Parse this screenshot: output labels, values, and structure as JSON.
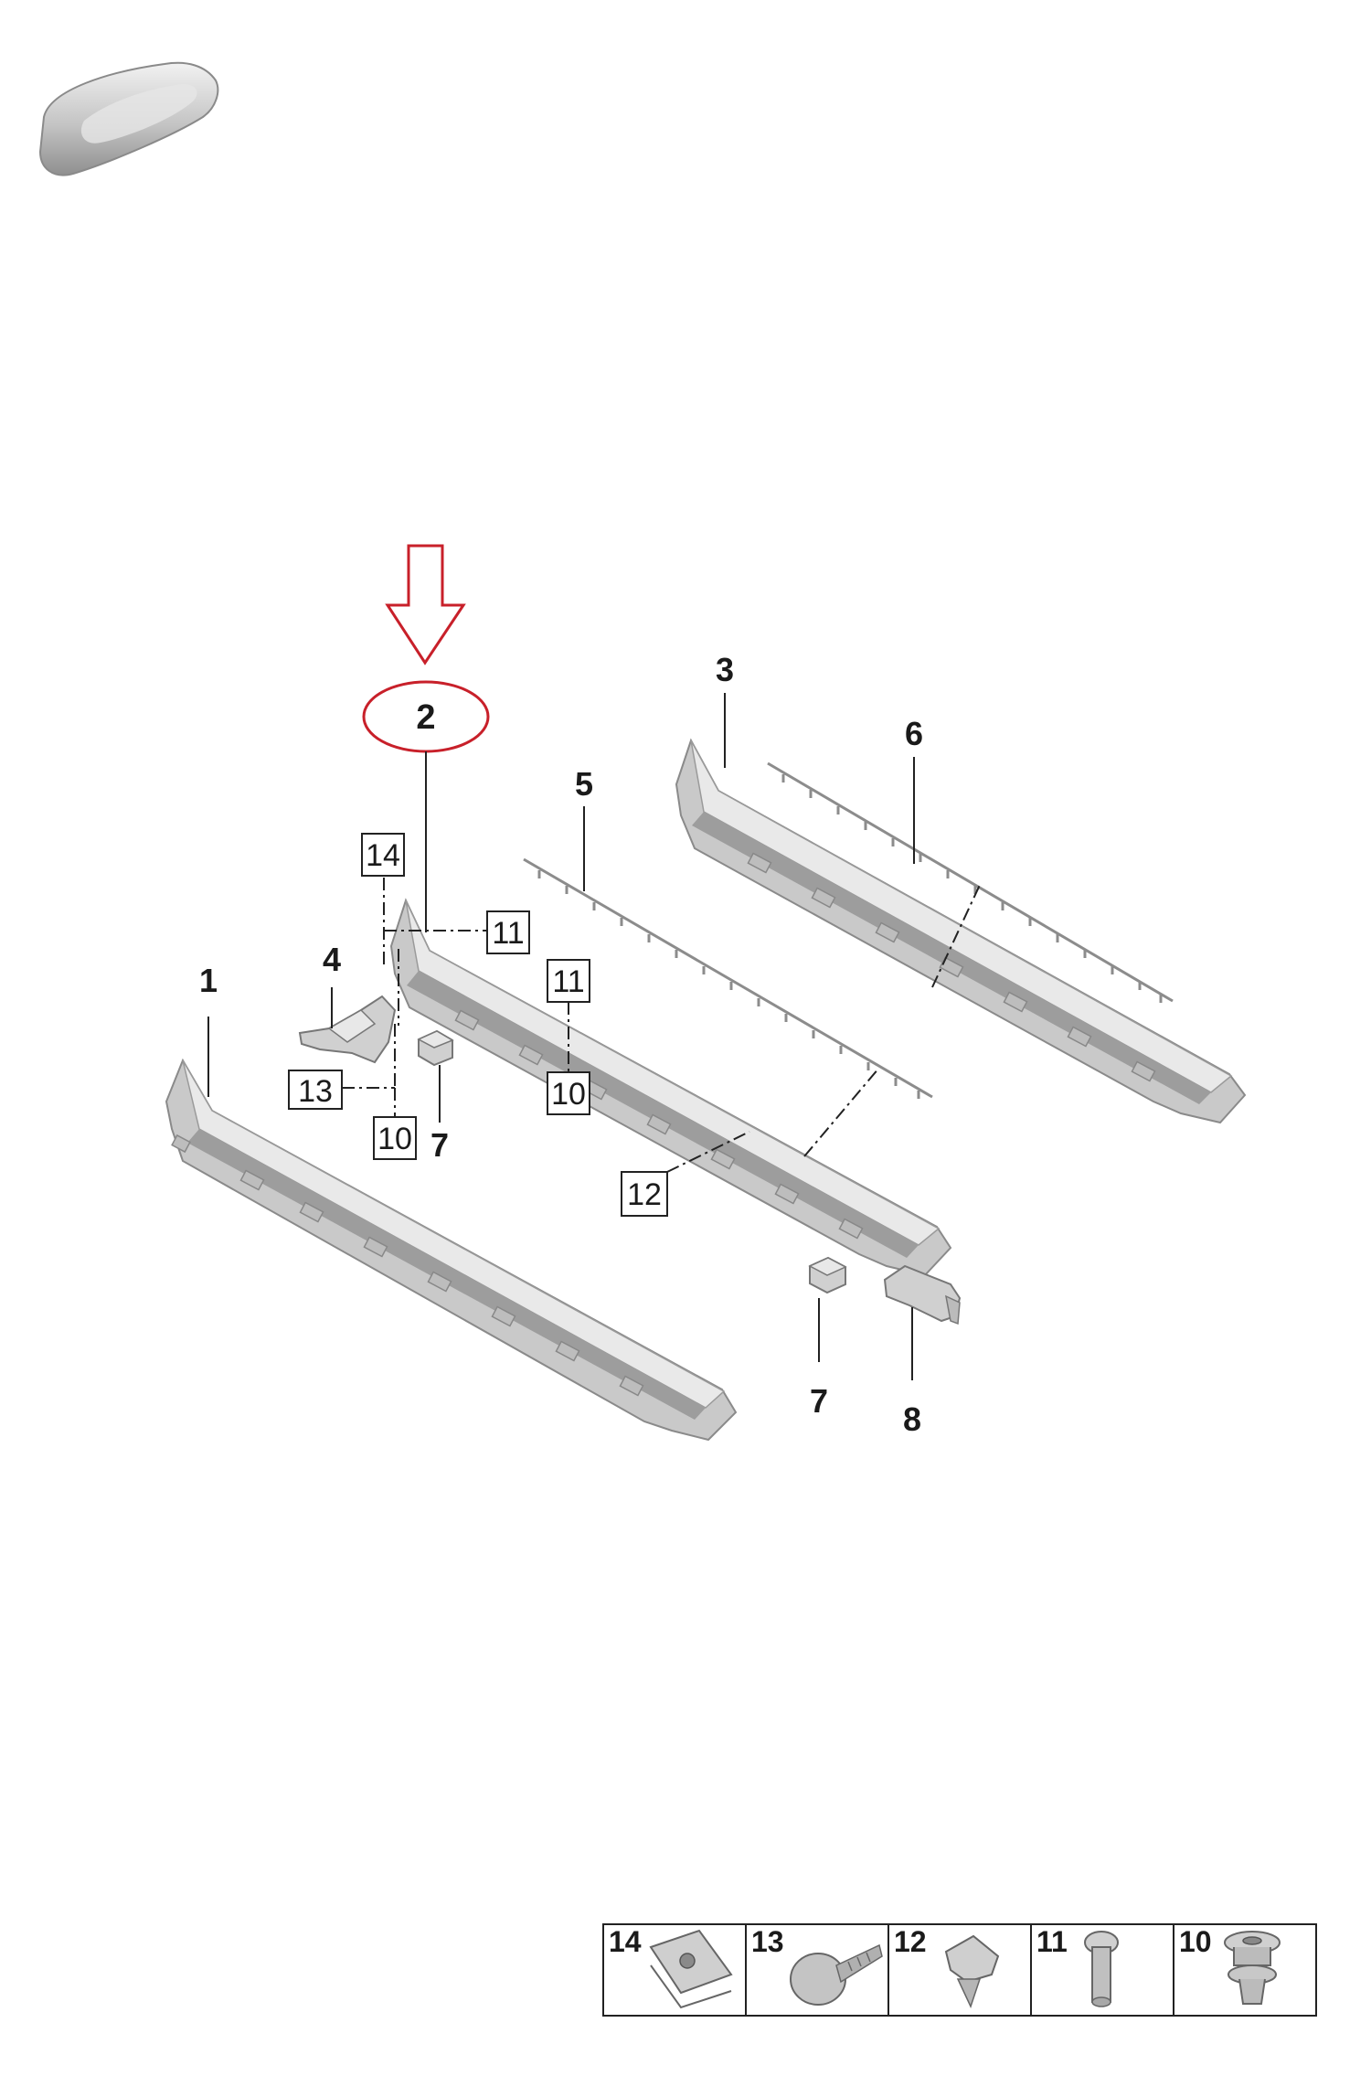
{
  "highlight": {
    "label": "2",
    "color": "#c8202a"
  },
  "callouts": {
    "part_1": "1",
    "part_2": "2",
    "part_3": "3",
    "part_4": "4",
    "part_5": "5",
    "part_6": "6",
    "part_7_left": "7",
    "part_7_right": "7",
    "part_8": "8"
  },
  "refs": {
    "ref_14": "14",
    "ref_11_top": "11",
    "ref_11_mid": "11",
    "ref_13": "13",
    "ref_10_left": "10",
    "ref_10_mid": "10",
    "ref_12": "12"
  },
  "legend": [
    {
      "number": "14",
      "icon": "clip-nut-icon"
    },
    {
      "number": "13",
      "icon": "screw-icon"
    },
    {
      "number": "12",
      "icon": "clip-icon"
    },
    {
      "number": "11",
      "icon": "bolt-icon"
    },
    {
      "number": "10",
      "icon": "grommet-icon"
    }
  ],
  "colors": {
    "part_fill": "#c9c9c9",
    "line": "#222222"
  }
}
